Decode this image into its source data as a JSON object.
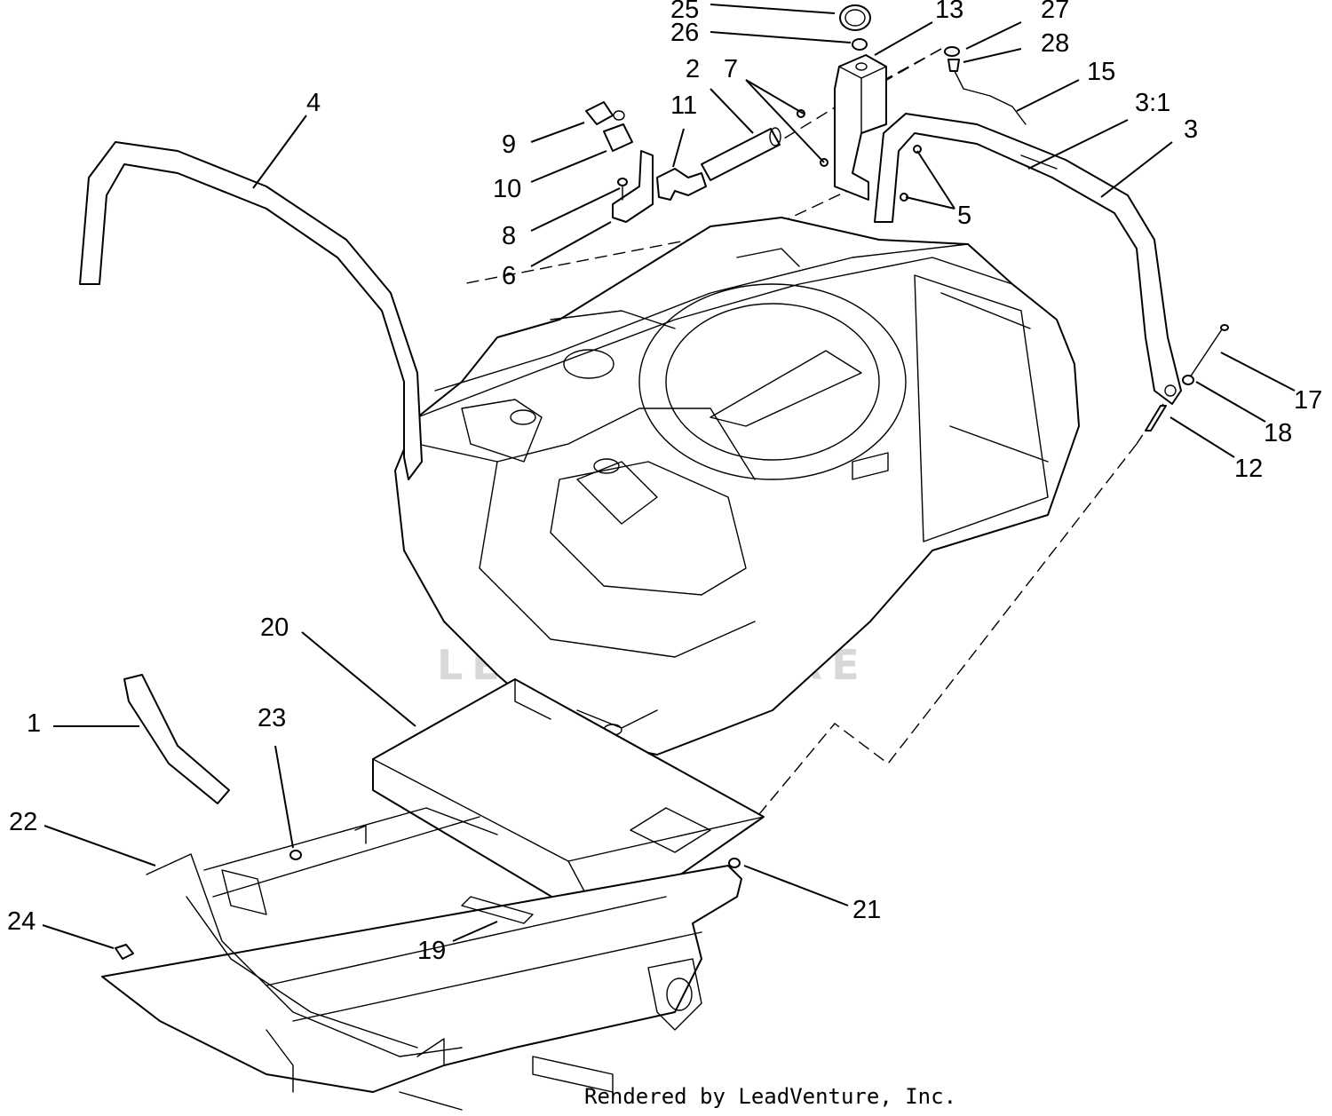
{
  "callouts": [
    "25",
    "26",
    "13",
    "27",
    "28",
    "15",
    "2",
    "7",
    "11",
    "9",
    "10",
    "8",
    "6",
    "4",
    "3:1",
    "3",
    "5",
    "17",
    "18",
    "12",
    "20",
    "1",
    "23",
    "22",
    "24",
    "21",
    "19"
  ],
  "watermark": "LEADVENTURE",
  "credit": "Rendered by LeadVenture, Inc."
}
